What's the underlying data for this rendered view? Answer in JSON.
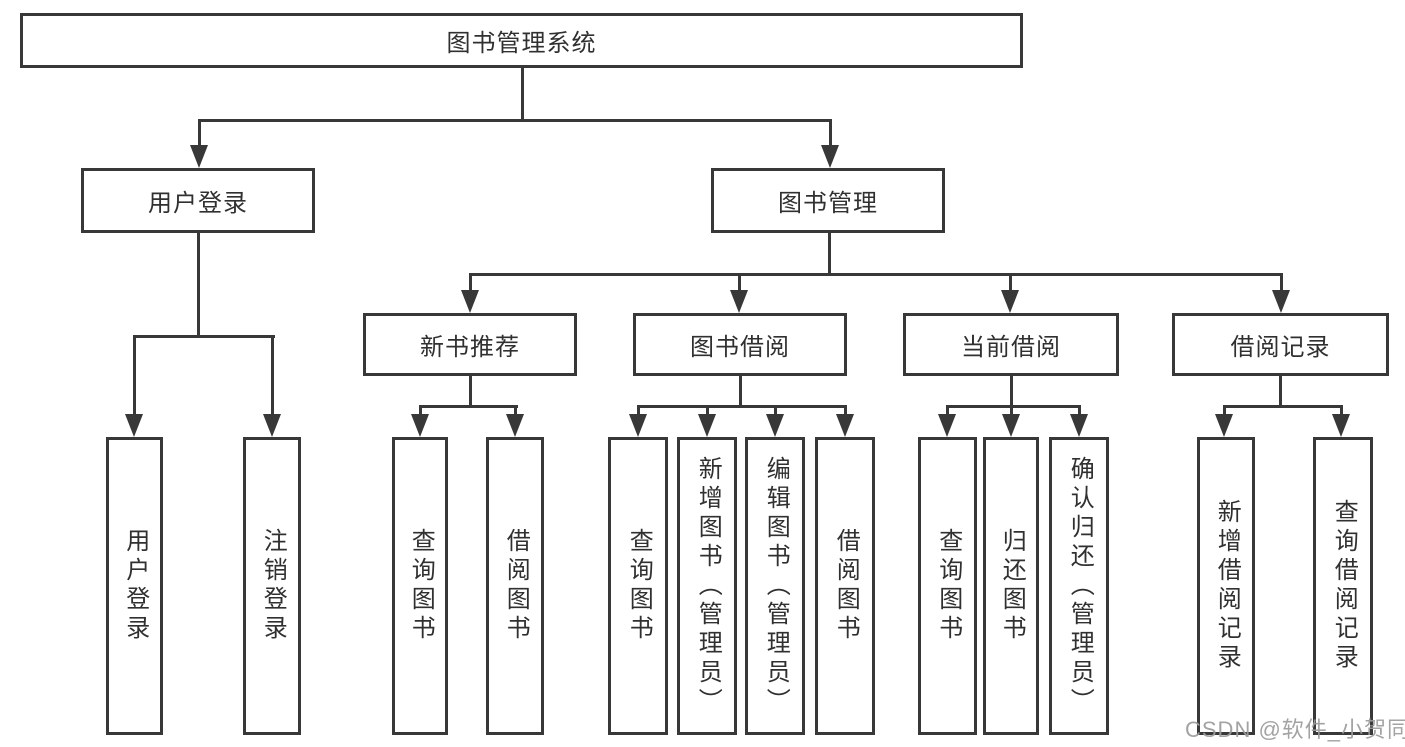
{
  "tree": {
    "root": {
      "label": "图书管理系统"
    },
    "branches": [
      {
        "label": "用户登录",
        "children": [
          {
            "label": "用户登录"
          },
          {
            "label": "注销登录"
          }
        ]
      },
      {
        "label": "图书管理",
        "children": [
          {
            "label": "新书推荐",
            "children": [
              {
                "label": "查询图书"
              },
              {
                "label": "借阅图书"
              }
            ]
          },
          {
            "label": "图书借阅",
            "children": [
              {
                "label": "查询图书"
              },
              {
                "label": "新增图书（管理员）"
              },
              {
                "label": "编辑图书（管理员）"
              },
              {
                "label": "借阅图书"
              }
            ]
          },
          {
            "label": "当前借阅",
            "children": [
              {
                "label": "查询图书"
              },
              {
                "label": "归还图书"
              },
              {
                "label": "确认归还（管理员）"
              }
            ]
          },
          {
            "label": "借阅记录",
            "children": [
              {
                "label": "新增借阅记录"
              },
              {
                "label": "查询借阅记录"
              }
            ]
          }
        ]
      }
    ]
  },
  "watermark": {
    "text": "CSDN @软件_小贺同学"
  },
  "colors": {
    "line": "#383838",
    "text": "#303030",
    "box_background": "#ffffff",
    "watermark": "#9c9c9c",
    "page_background": "#ffffff"
  }
}
